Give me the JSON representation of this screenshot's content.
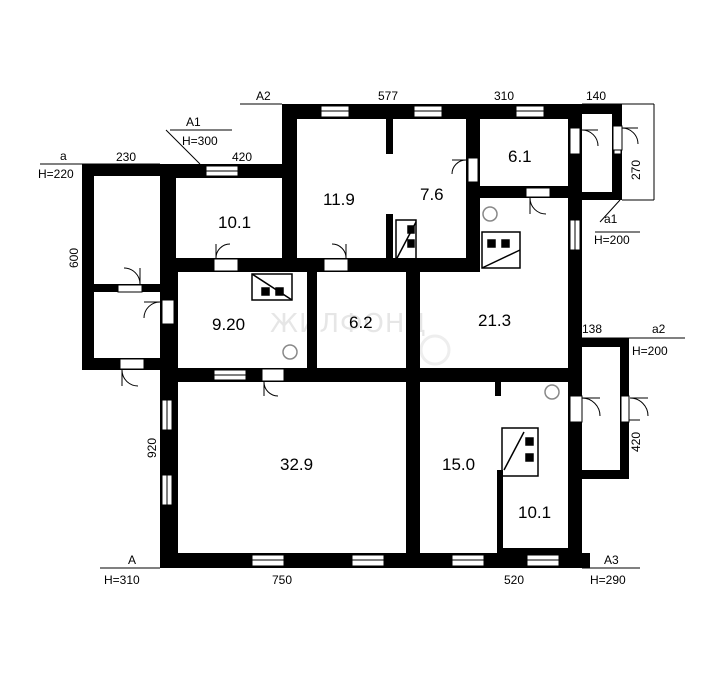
{
  "rooms": {
    "r1": "10.1",
    "r2": "11.9",
    "r3": "7.6",
    "r4": "6.1",
    "r5": "9.20",
    "r6": "6.2",
    "r7": "21.3",
    "r8": "32.9",
    "r9": "15.0",
    "r10": "10.1"
  },
  "dims": {
    "top_a": "230",
    "top_a1": "420",
    "top_a2a": "577",
    "top_a2b": "310",
    "top_a3": "140",
    "bottom_a": "750",
    "bottom_a3": "520",
    "left_a": "600",
    "left_b": "920",
    "right_a1": "270",
    "right_a2": "420",
    "mid_right": "138"
  },
  "markers": {
    "a_name": "а",
    "a_h": "H=220",
    "a1_name": "А1",
    "a1_h": "H=300",
    "a2_name": "А2",
    "sa1_name": "а1",
    "sa1_h": "H=200",
    "sa2_name": "а2",
    "sa2_h": "H=200",
    "A_name": "А",
    "A_h": "H=310",
    "A3_name": "А3",
    "A3_h": "H=290"
  },
  "watermark": "ЖИЛФОНД"
}
